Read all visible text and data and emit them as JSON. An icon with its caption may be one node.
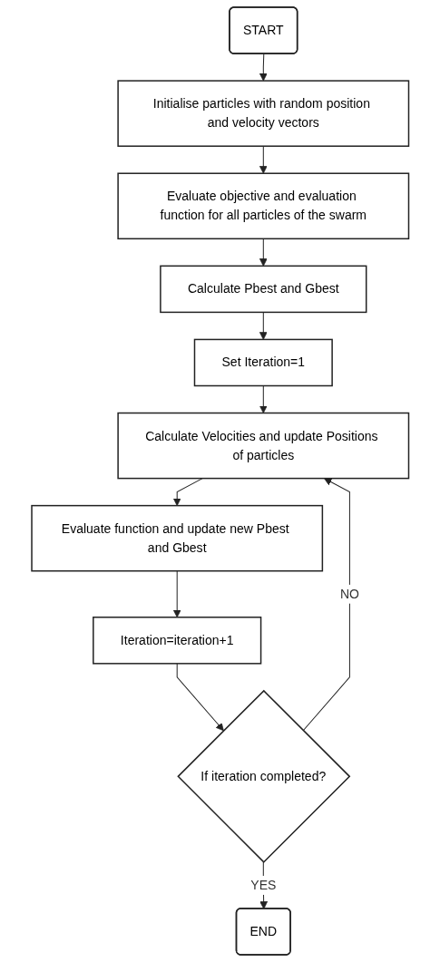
{
  "diagram": {
    "nodes": [
      {
        "text": [
          "START"
        ]
      },
      {
        "text": [
          "Initialise particles with random position and velocity vectors"
        ]
      },
      {
        "text": [
          "Evaluate objective and evaluation function for all particles of the swarm"
        ]
      },
      {
        "text": [
          "Calculate Pbest and Gbest"
        ]
      },
      {
        "text": [
          "Set Iteration=1"
        ]
      },
      {
        "text": [
          "Calculate Velocities and update Positions of particles"
        ]
      },
      {
        "text": [
          "Evaluate function and update new Pbest and Gbest"
        ]
      },
      {
        "text": [
          "Iteration=iteration+1"
        ]
      },
      {
        "text": [
          "If iteration completed?"
        ]
      },
      {
        "text": [
          "END"
        ]
      }
    ],
    "edges": [
      {
        "from": 0,
        "to": 1,
        "arrow": "to"
      },
      {
        "from": 1,
        "to": 2,
        "arrow": "to"
      },
      {
        "from": 2,
        "to": 3,
        "arrow": "to"
      },
      {
        "from": 3,
        "to": 4,
        "arrow": "to"
      },
      {
        "from": 4,
        "to": 5,
        "arrow": "to"
      },
      {
        "from": 5,
        "to": 6,
        "arrow": "to"
      },
      {
        "from": 6,
        "to": 7,
        "arrow": "to"
      },
      {
        "from": 7,
        "to": 8,
        "arrow": "to"
      },
      {
        "from": 8,
        "to": 5,
        "arrow": "to",
        "label": "NO"
      },
      {
        "from": 8,
        "to": 9,
        "arrow": "to",
        "label": "YES"
      }
    ]
  }
}
